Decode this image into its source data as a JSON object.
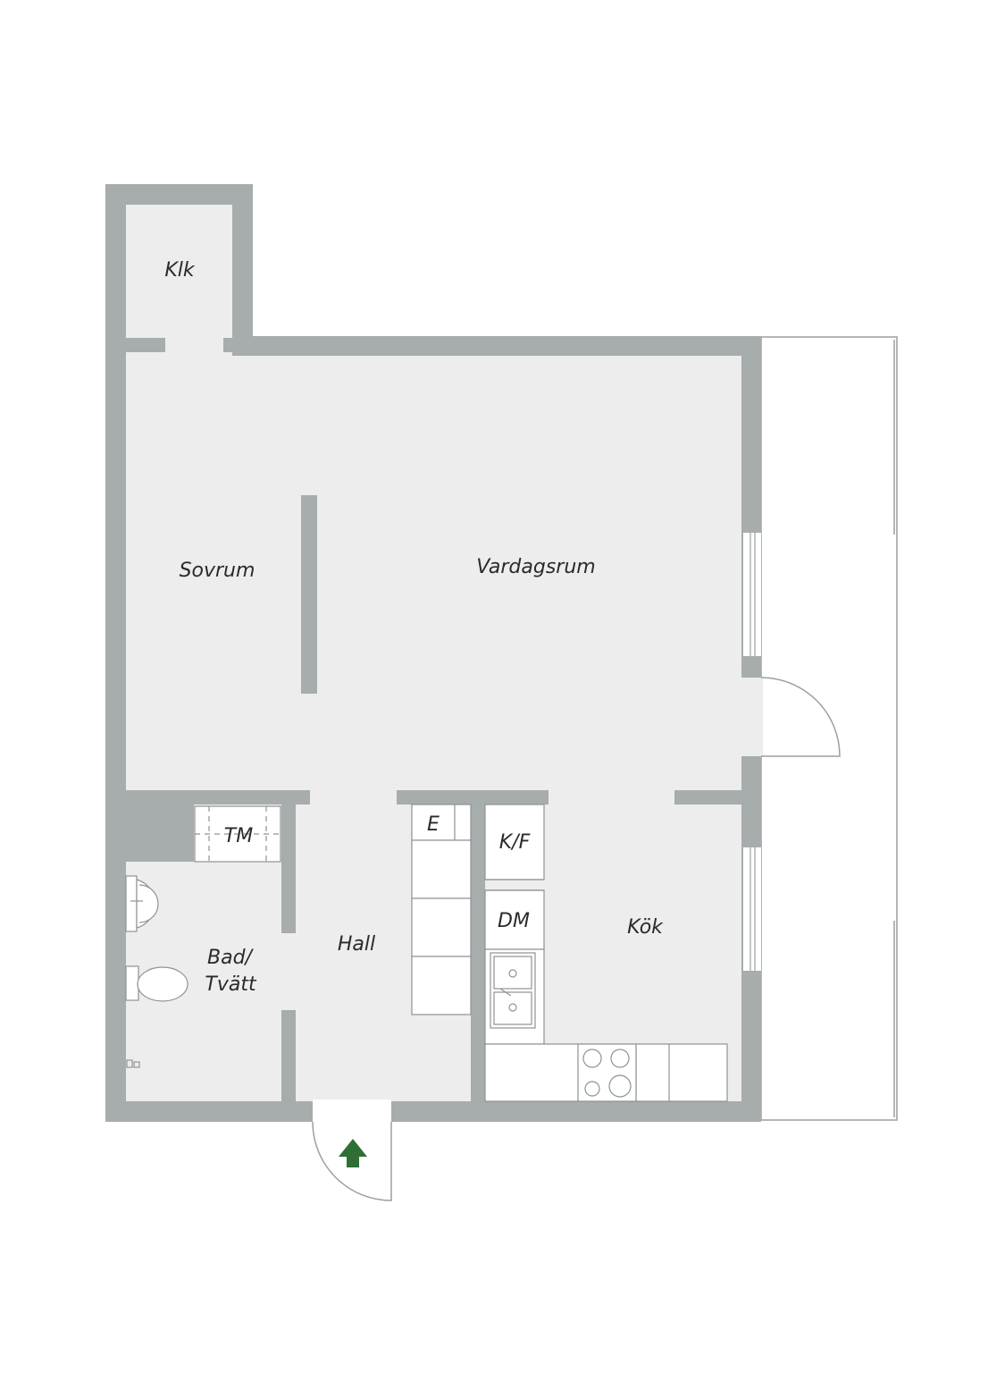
{
  "plan": {
    "rooms": {
      "klk": "Klk",
      "sovrum": "Sovrum",
      "vardagsrum": "Vardagsrum",
      "tm": "TM",
      "e": "E",
      "kf": "K/F",
      "dm": "DM",
      "kok": "Kök",
      "hall": "Hall",
      "bad_line1": "Bad/",
      "bad_line2": "Tvätt"
    },
    "colors": {
      "wall": "#a7acad",
      "floor": "#ededed",
      "fixture_line": "#8e9394",
      "entrance_arrow": "#2f6e34"
    },
    "icons": {
      "entrance": "entrance-arrow-icon",
      "washbasin": "washbasin-icon",
      "toilet": "toilet-icon",
      "sink": "kitchen-sink-icon",
      "stove": "stove-icon"
    }
  }
}
